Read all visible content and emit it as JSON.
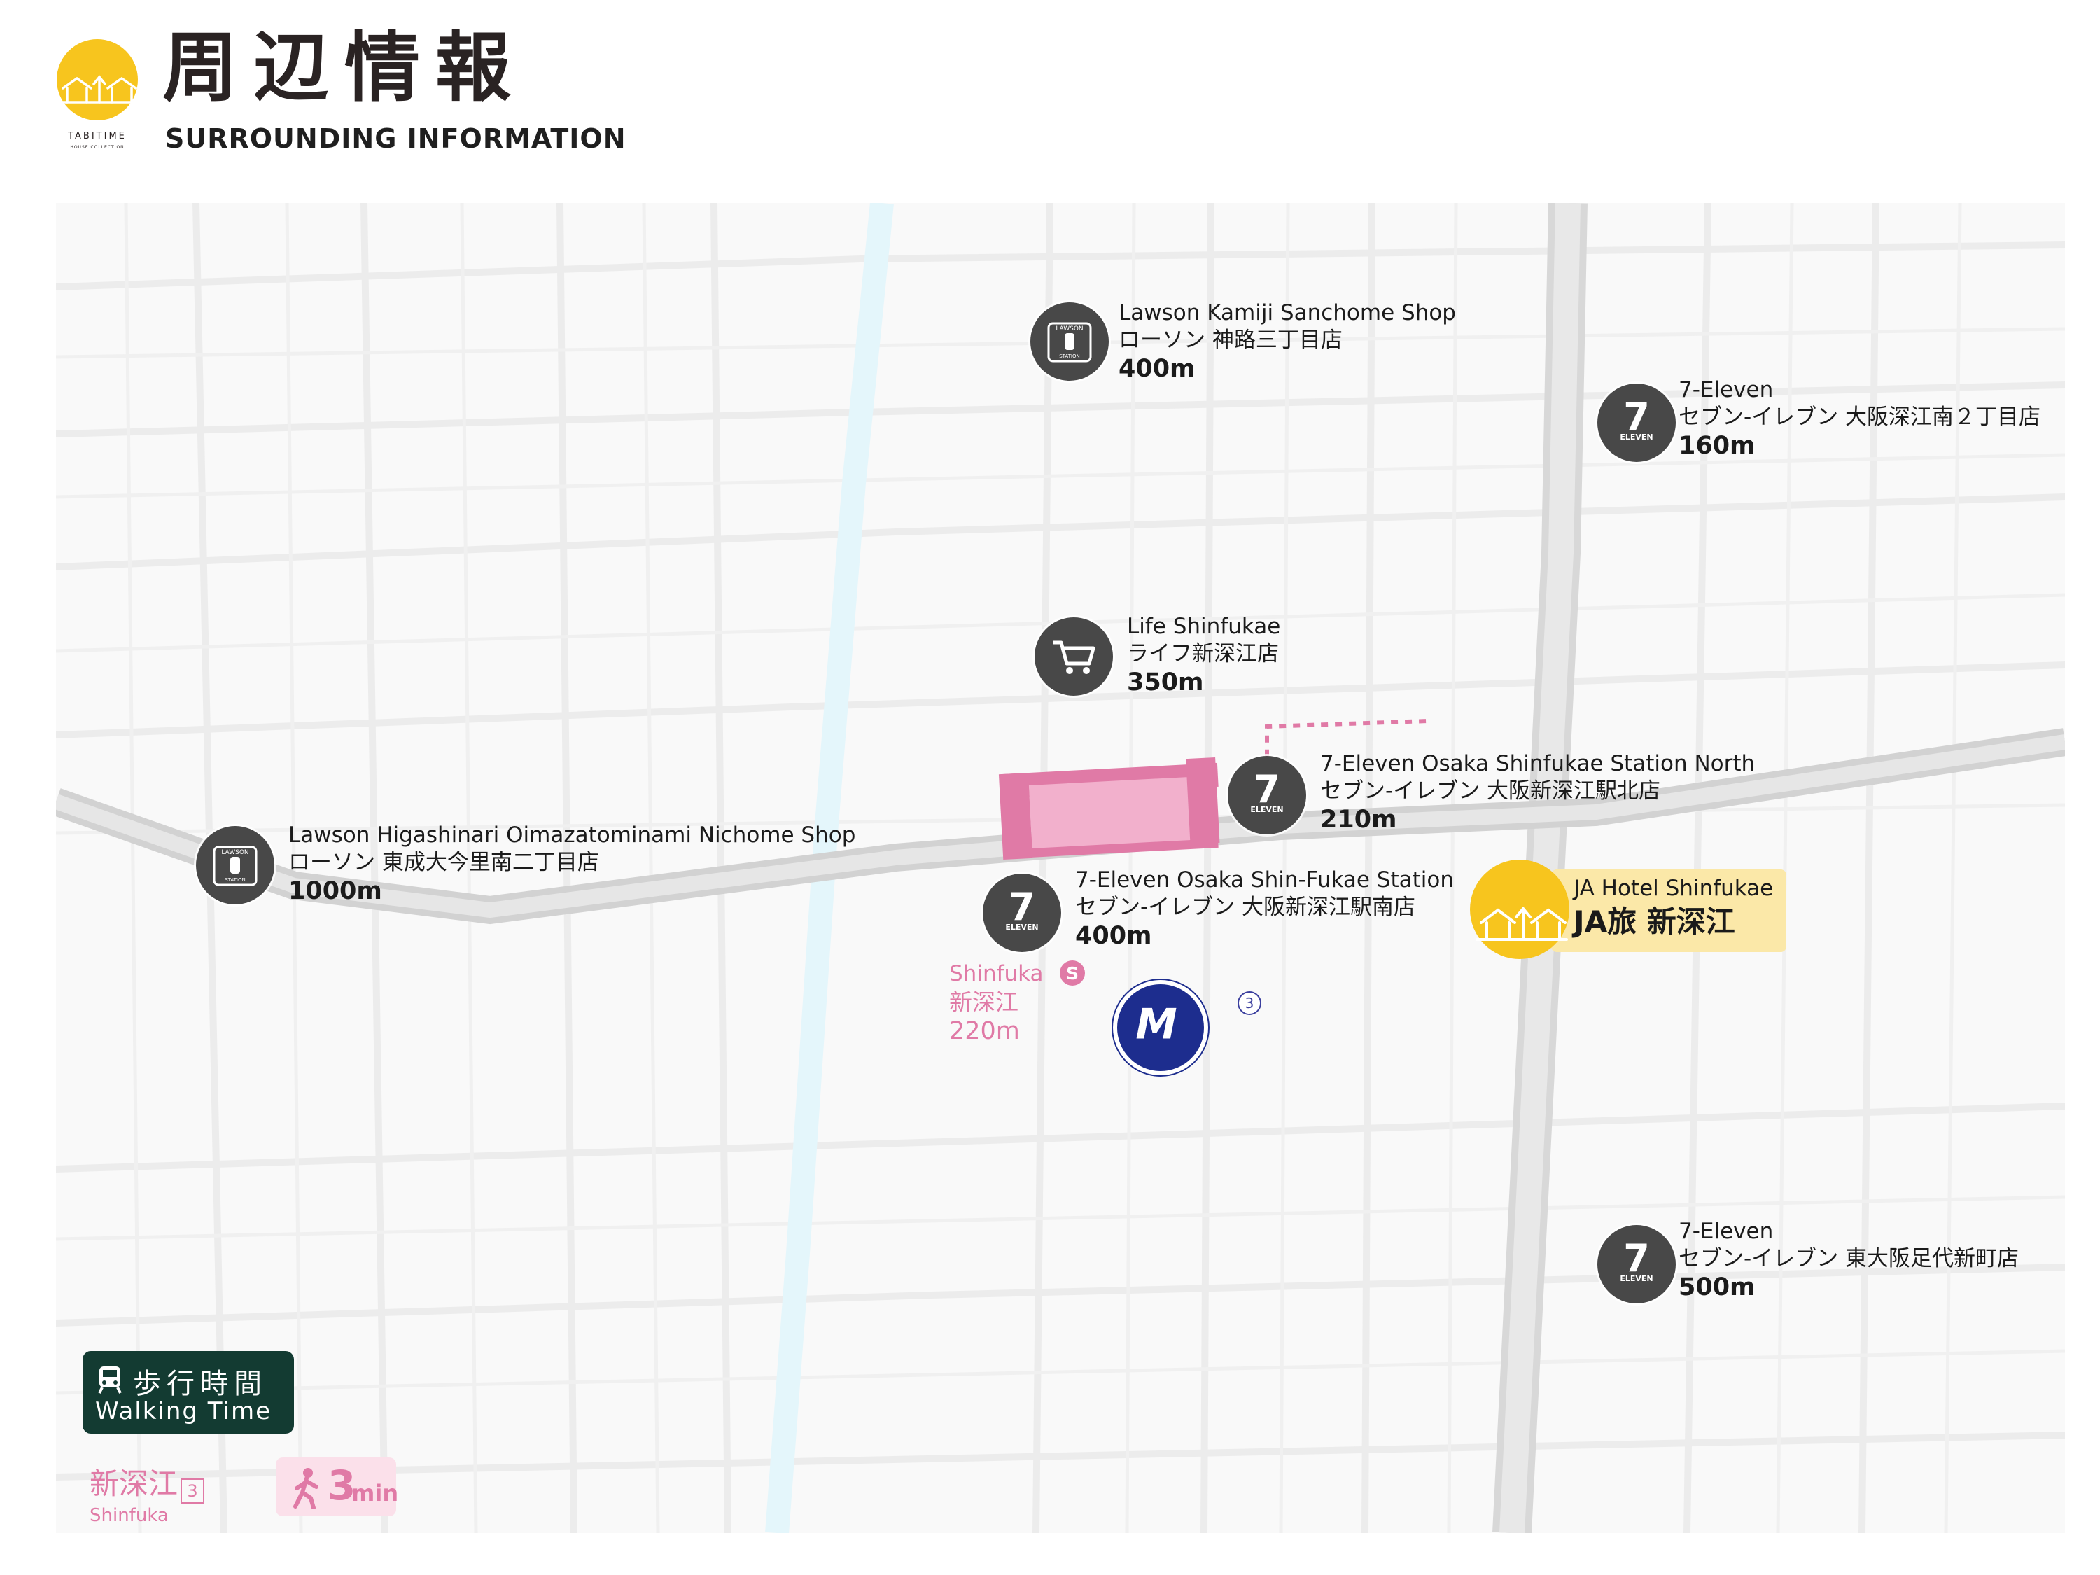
{
  "header": {
    "title_jp": "周辺情報",
    "title_en": "SURROUNDING INFORMATION",
    "logo_text": "TABITIME",
    "logo_subtext": "HOUSE COLLECTION"
  },
  "colors": {
    "brand_yellow": "#f7c51e",
    "station_pink": "#e07aa6",
    "metro_blue": "#1d2d8e",
    "poi_gray": "#484848",
    "legend_green": "#133b32"
  },
  "hotel": {
    "name_en": "JA Hotel Shinfukae",
    "name_jp": "JA旅 新深江"
  },
  "station": {
    "name_en": "Shinfuka",
    "name_jp": "新深江",
    "distance": "220m",
    "line_badge": "S",
    "exit_number": "3",
    "metro_logo": "M"
  },
  "pois": [
    {
      "id": "lawson-kamiji",
      "icon": "lawson-icon",
      "name_en": "Lawson Kamiji Sanchome Shop",
      "name_jp": "ローソン 神路三丁目店",
      "distance": "400m"
    },
    {
      "id": "seven-fukae-minami",
      "icon": "seven-eleven-icon",
      "name_en": "7-Eleven",
      "name_jp": "セブン-イレブン 大阪深江南２丁目店",
      "distance": "160m"
    },
    {
      "id": "life-shinfukae",
      "icon": "shopping-cart-icon",
      "name_en": "Life Shinfukae",
      "name_jp": "ライフ新深江店",
      "distance": "350m"
    },
    {
      "id": "seven-station-north",
      "icon": "seven-eleven-icon",
      "name_en": "7-Eleven Osaka Shinfukae Station North",
      "name_jp": "セブン-イレブン 大阪新深江駅北店",
      "distance": "210m"
    },
    {
      "id": "lawson-higashinari",
      "icon": "lawson-icon",
      "name_en": "Lawson Higashinari Oimazatominami Nichome Shop",
      "name_jp": "ローソン 東成大今里南二丁目店",
      "distance": "1000m"
    },
    {
      "id": "seven-station-south",
      "icon": "seven-eleven-icon",
      "name_en": "7-Eleven Osaka Shin-Fukae Station",
      "name_jp": "セブン-イレブン 大阪新深江駅南店",
      "distance": "400m"
    },
    {
      "id": "seven-ashishiro",
      "icon": "seven-eleven-icon",
      "name_en": "7-Eleven",
      "name_jp": "セブン-イレブン 東大阪足代新町店",
      "distance": "500m"
    }
  ],
  "icon_text": {
    "lawson_top": "LAWSON",
    "lawson_bottom": "STATION",
    "seven_eleven": "ELEVEN",
    "seven_number": "7"
  },
  "legend": {
    "title_jp": "歩行時間",
    "title_en": "Walking Time",
    "station_jp": "新深江",
    "station_exit": "3",
    "station_en": "Shinfuka",
    "walk_minutes": "3",
    "walk_unit": "min"
  }
}
